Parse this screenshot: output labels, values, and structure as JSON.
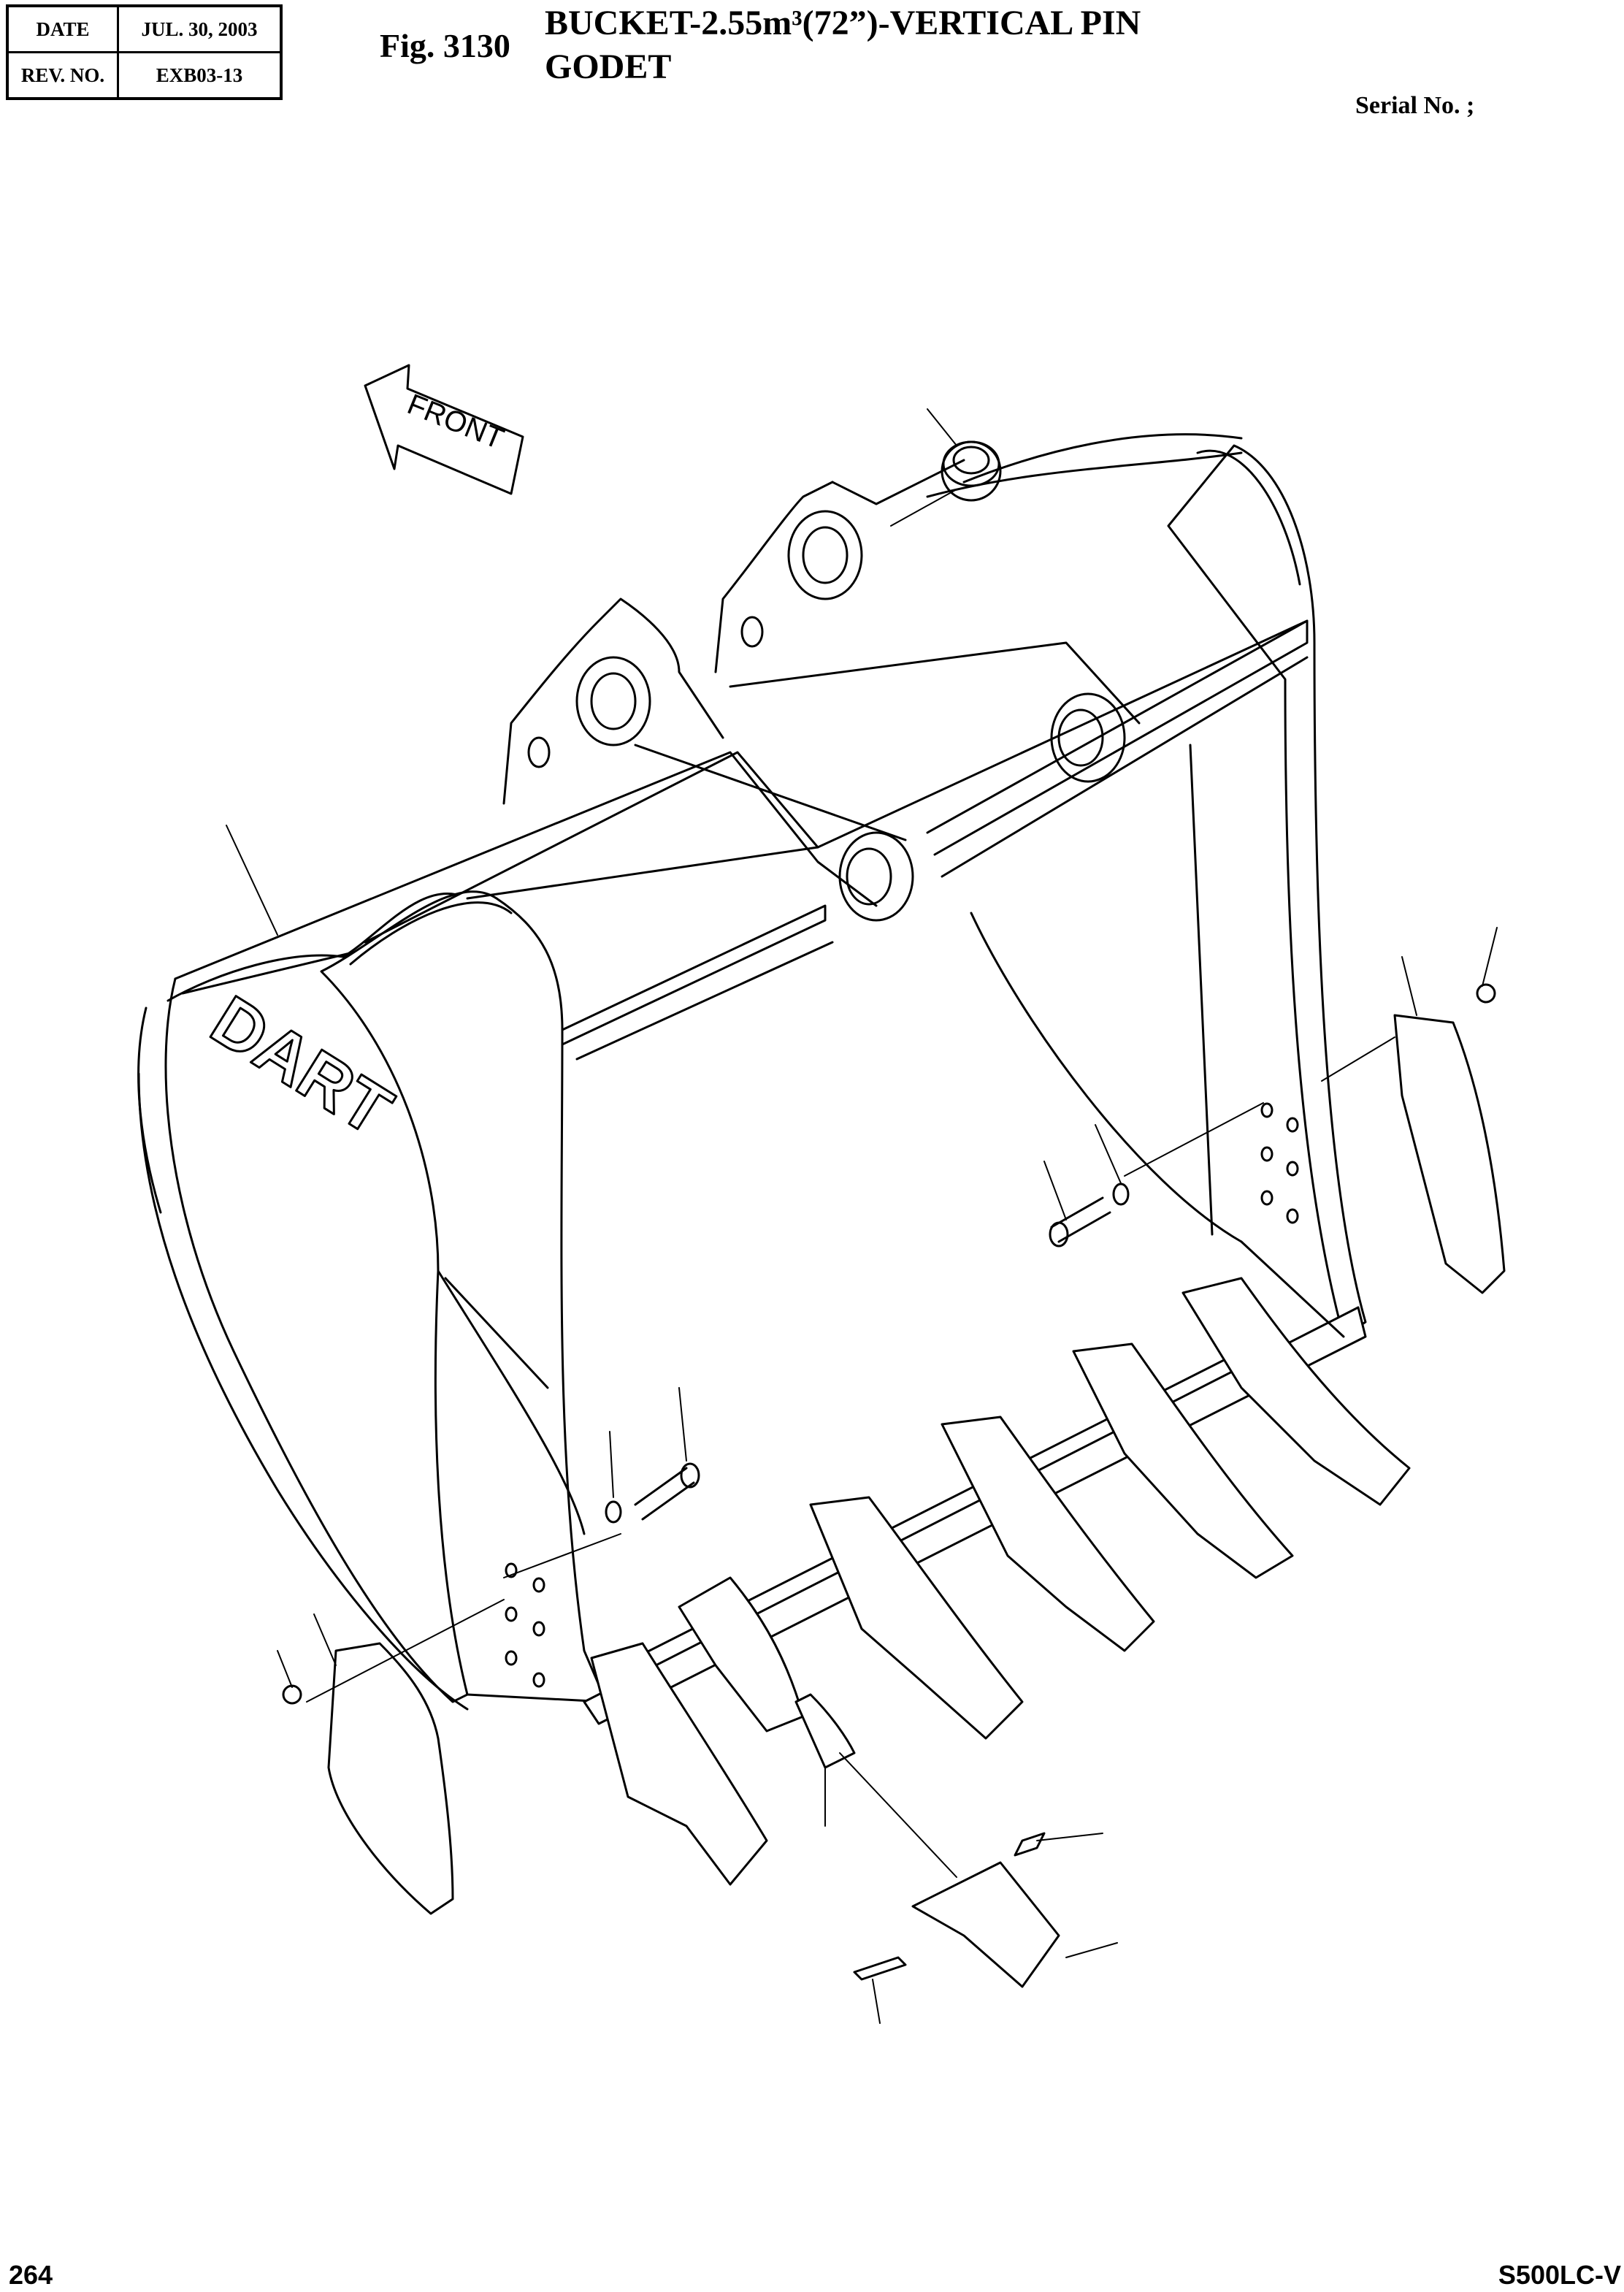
{
  "header": {
    "date_label": "DATE",
    "date_value": "JUL. 30, 2003",
    "rev_label": "REV. NO.",
    "rev_value": "EXB03-13"
  },
  "figure": {
    "number": "Fig. 3130",
    "title_line1": "BUCKET-2.55m³(72”)-VERTICAL PIN",
    "title_line2": "GODET"
  },
  "serial_label": "Serial No. ;",
  "drawing": {
    "front_label": "FRONT",
    "logo_text": "DART"
  },
  "footer": {
    "page_number": "264",
    "model": "S500LC-V"
  }
}
